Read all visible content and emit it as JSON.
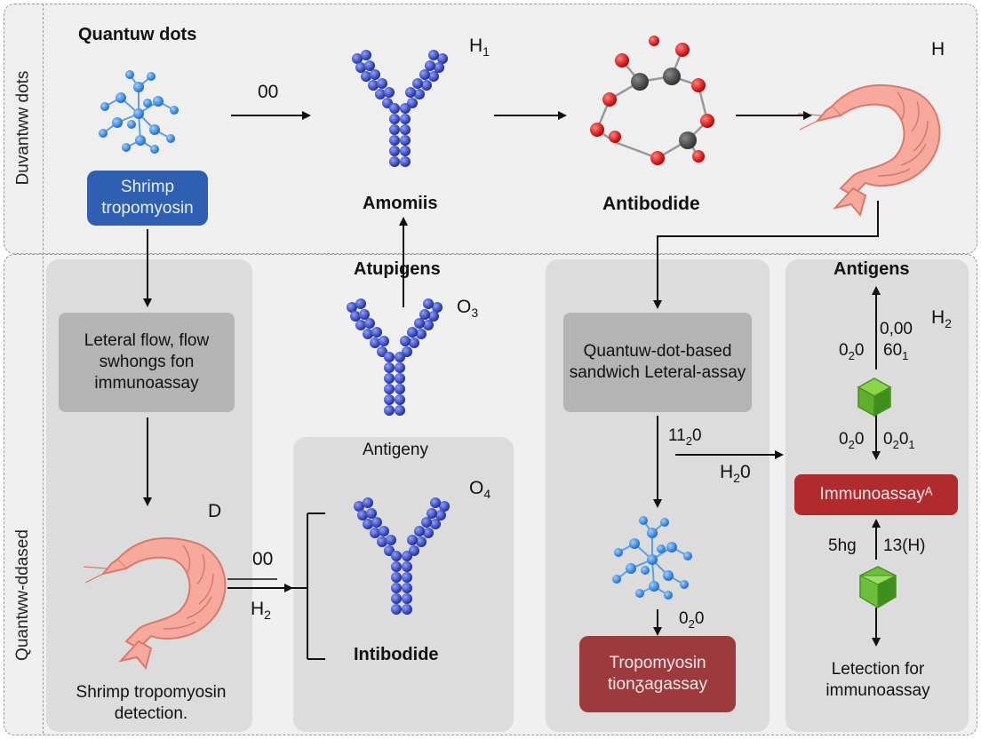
{
  "top_section": {
    "side_label": "Duvantww dots",
    "quantum_dots_title": "Quantuw dots",
    "shrimp_tropomyosin_box": "Shrimp tropomyosin",
    "label_00_top": "00",
    "label_h1": "H",
    "label_h1_sub": "1",
    "amomiis": "Amomiis",
    "antibodide_top": "Antibodide",
    "label_h_right": "H"
  },
  "bottom_section": {
    "side_label": "Quantww-ddased",
    "lateral_flow_box": "Leteral flow, flow swhongs fon immunoassay",
    "label_d": "D",
    "shrimp_detection": "Shrimp tropomyosin detection.",
    "label_00_bottom": "00",
    "label_h2_left": "H",
    "label_h2_left_sub": "2",
    "atupigens": "Atupigens",
    "label_o3": "O",
    "label_o3_sub": "3",
    "antigeny": "Antigeny",
    "label_o4": "O",
    "label_o4_sub": "4",
    "intibodide": "Intibodide",
    "qd_sandwich_box": "Quantuw-dot-based sandwich Leteral-assay",
    "label_1120": "11",
    "label_1120_sub": "2",
    "label_1120_end": "0",
    "label_h2o": "H",
    "label_h2o_sub": "2",
    "label_h2o_end": "0",
    "label_020_qd": "0",
    "label_020_qd_sub": "2",
    "label_020_qd_end": "0",
    "tropomyosin_box": "Tropomyosin tionᵹagassay",
    "antigens_title": "Antigens",
    "label_000": "0,00",
    "label_h2_right": "H",
    "label_h2_right_sub": "2",
    "label_020_a": "0",
    "label_020_a_sub": "2",
    "label_020_a_end": "0",
    "label_601": "60",
    "label_601_sub": "1",
    "label_020_b": "0",
    "label_020_b_sub": "2",
    "label_020_b_end": "0",
    "label_0201": "0",
    "label_0201_sub": "2",
    "label_0201_end": "0",
    "label_0201_sub2": "1",
    "immunoassay_box": "Immunoassayᴬ",
    "label_5hg": "5hg",
    "label_13h": "13(H)",
    "detection_text": "Letection for immunoassay"
  },
  "colors": {
    "shrimp_box": "#2f5fb0",
    "immunoassay_box": "#b02a2e",
    "tropomyosin_box": "#9c3a3d",
    "antibody_blue": "#2b3fb8",
    "qd_blue": "#2f7fe0",
    "shrimp_pink": "#f4a59a",
    "cube_green": "#6cbf3a"
  }
}
